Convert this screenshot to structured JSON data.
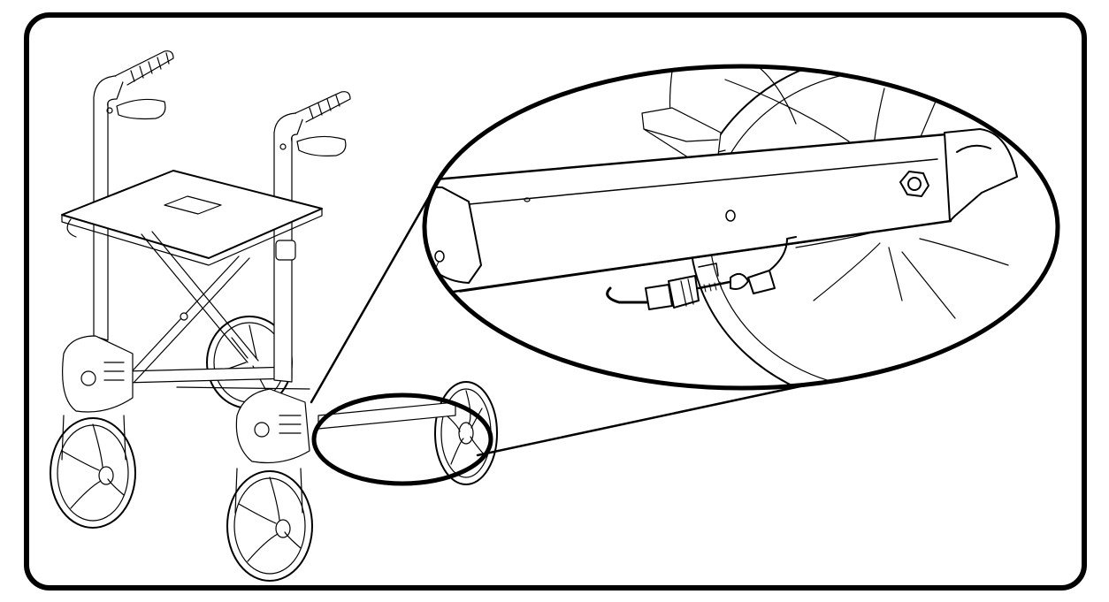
{
  "figure": {
    "subject": "rollator-walker",
    "view": "isometric-line-drawing",
    "detail_callout": "rear-brake-cable-adjuster"
  },
  "colors": {
    "background": "#ffffff",
    "frame_border": "#000000",
    "line_art": "#000000"
  }
}
